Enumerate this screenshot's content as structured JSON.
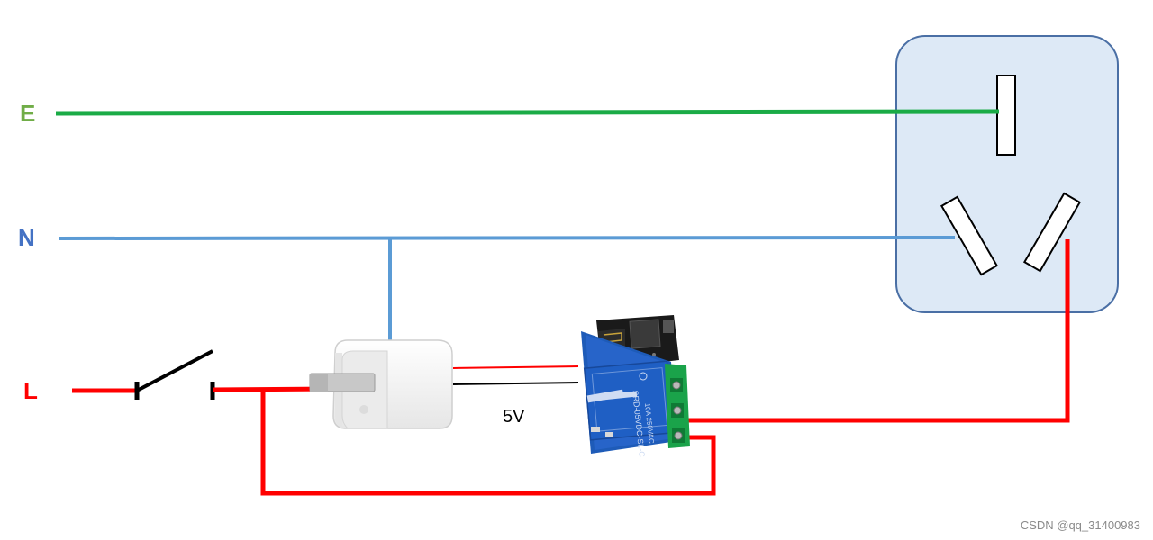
{
  "labels": {
    "earth": "E",
    "neutral": "N",
    "live": "L",
    "voltage": "5V"
  },
  "watermark": "CSDN @qq_31400983",
  "colors": {
    "earth_wire": "#1aab46",
    "earth_label": "#70ad47",
    "neutral_wire": "#5b9bd5",
    "neutral_label": "#4472c4",
    "live_wire": "#ff0000",
    "live_label": "#ff0000",
    "outlet_fill": "#dde9f6",
    "outlet_stroke": "#4a6fa5",
    "relay_blue": "#1e5bb8",
    "terminal_green": "#1aa34a",
    "esp_board": "#1a1a1a"
  },
  "icons": {
    "adapter": "usb-power-adapter-icon",
    "relay": "esp01-relay-module-icon",
    "outlet": "three-pin-socket-icon",
    "switch": "switch-icon"
  }
}
